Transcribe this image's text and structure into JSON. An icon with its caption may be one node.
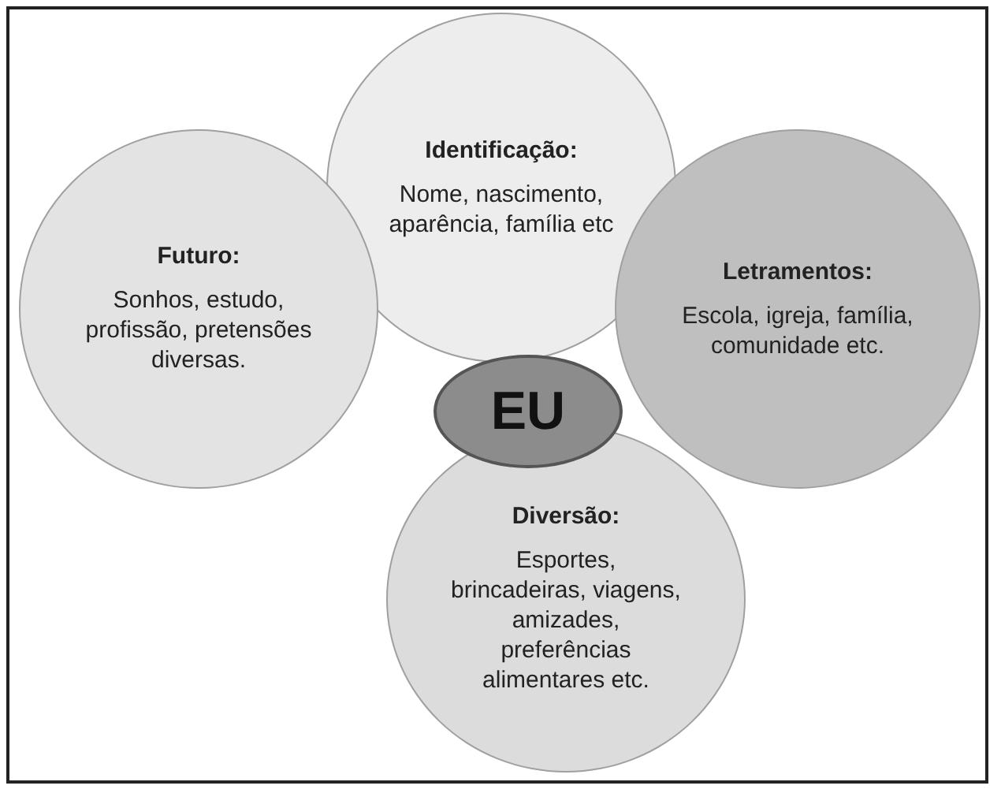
{
  "diagram": {
    "nodes": [
      {
        "text": [
          "Identificação:",
          "Nome, nascimento, aparência, família etc"
        ]
      },
      {
        "text": [
          "Futuro:",
          "Sonhos, estudo, profissão, pretensões diversas."
        ]
      },
      {
        "text": [
          "EU"
        ]
      },
      {
        "text": [
          "Letramentos:",
          "Escola, igreja, família, comunidade etc."
        ]
      },
      {
        "text": [
          "Diversão:",
          "Esportes, brincadeiras, viagens, amizades, preferências alimentares etc."
        ]
      }
    ]
  }
}
